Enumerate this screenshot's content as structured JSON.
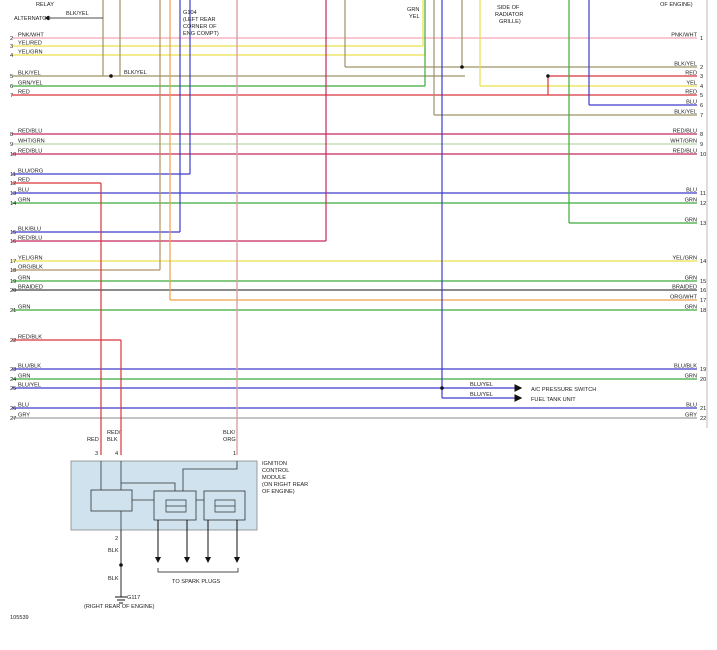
{
  "header": {
    "relay": "RELAY",
    "alternator": "ALTERNATOR",
    "blk_yel": "BLK/YEL",
    "g104": [
      "G104",
      "(LEFT REAR",
      "CORNER OF",
      "ENG COMPT)"
    ],
    "grn": "GRN",
    "yel": "YEL",
    "radiator": [
      "SIDE OF",
      "RADIATOR",
      "GRILLE)"
    ],
    "of_engine": "OF ENGINE)"
  },
  "left_pins": [
    {
      "num": "2",
      "label": "PNK/WHT"
    },
    {
      "num": "3",
      "label": "YEL/RED"
    },
    {
      "num": "4",
      "label": "YEL/GRN"
    },
    {
      "num": "5",
      "label": "BLK/YEL"
    },
    {
      "num": "6",
      "label": "GRN/YEL"
    },
    {
      "num": "7",
      "label": "RED"
    },
    {
      "num": "8",
      "label": "RED/BLU"
    },
    {
      "num": "9",
      "label": "WHT/GRN"
    },
    {
      "num": "10",
      "label": "RED/BLU"
    },
    {
      "num": "11",
      "label": "BLU/ORG"
    },
    {
      "num": "12",
      "label": "RED"
    },
    {
      "num": "13",
      "label": "BLU"
    },
    {
      "num": "14",
      "label": "GRN"
    },
    {
      "num": "15",
      "label": "BLK/BLU"
    },
    {
      "num": "16",
      "label": "RED/BLU"
    },
    {
      "num": "17",
      "label": "YEL/GRN"
    },
    {
      "num": "18",
      "label": "ORG/BLK"
    },
    {
      "num": "19",
      "label": "GRN"
    },
    {
      "num": "20",
      "label": "BRAIDED"
    },
    {
      "num": "21",
      "label": "GRN"
    },
    {
      "num": "22",
      "label": "RED/BLK"
    },
    {
      "num": "23",
      "label": "BLU/BLK"
    },
    {
      "num": "24",
      "label": "GRN"
    },
    {
      "num": "25",
      "label": "BLU/YEL"
    },
    {
      "num": "26",
      "label": "BLU"
    },
    {
      "num": "27",
      "label": "GRY"
    }
  ],
  "right_pins": [
    {
      "num": "1",
      "label": "PNK/WHT"
    },
    {
      "num": "2",
      "label": "BLK/YEL"
    },
    {
      "num": "3",
      "label": "RED"
    },
    {
      "num": "4",
      "label": "YEL"
    },
    {
      "num": "5",
      "label": "RED"
    },
    {
      "num": "6",
      "label": "BLU"
    },
    {
      "num": "7",
      "label": "BLK/YEL"
    },
    {
      "num": "8",
      "label": "RED/BLU"
    },
    {
      "num": "9",
      "label": "WHT/GRN"
    },
    {
      "num": "10",
      "label": "RED/BLU"
    },
    {
      "num": "11",
      "label": "BLU"
    },
    {
      "num": "12",
      "label": "GRN"
    },
    {
      "num": "13",
      "label": "GRN"
    },
    {
      "num": "14",
      "label": "YEL/GRN"
    },
    {
      "num": "15",
      "label": "GRN"
    },
    {
      "num": "16",
      "label": "BRAIDED"
    },
    {
      "num": "17",
      "label": "ORG/WHT"
    },
    {
      "num": "18",
      "label": "GRN"
    },
    {
      "num": "19",
      "label": "BLU/BLK"
    },
    {
      "num": "20",
      "label": "GRN"
    },
    {
      "num": "21",
      "label": "BLU"
    },
    {
      "num": "22",
      "label": "GRY"
    }
  ],
  "branches": {
    "wire1": "BLU/YEL",
    "dest1": "A/C PRESSURE SWITCH",
    "wire2": "BLU/YEL",
    "dest2": "FUEL TANK UNIT"
  },
  "module": {
    "title": [
      "IGNITION",
      "CONTROL",
      "MODULE",
      "(ON RIGHT REAR",
      "OF ENGINE)"
    ],
    "pin3_wire": "RED",
    "pin4_wire": [
      "RED/",
      "BLK"
    ],
    "pin1_wire": [
      "BLK/",
      "ORG"
    ],
    "pin3": "3",
    "pin4": "4",
    "pin1": "1",
    "pin2": "2",
    "ground_wire1": "BLK",
    "ground_wire2": "BLK",
    "ground_id": "G117",
    "ground_loc": "(RIGHT REAR OF ENGINE)",
    "spark": "TO SPARK PLUGS"
  },
  "figure_id": "105539",
  "colors": {
    "pnk": "#f4a6b8",
    "yel": "#ece04a",
    "olive": "#9c9468",
    "grn": "#3caa3a",
    "red": "#d8343c",
    "redblu": "#c8285a",
    "whtgrn": "#b8d8a8",
    "blu": "#3c3ccc",
    "org": "#f0a04a",
    "tan": "#b09060",
    "dark": "#444444",
    "gry": "#a0a0a0",
    "module_fill": "#cfe2ee"
  }
}
